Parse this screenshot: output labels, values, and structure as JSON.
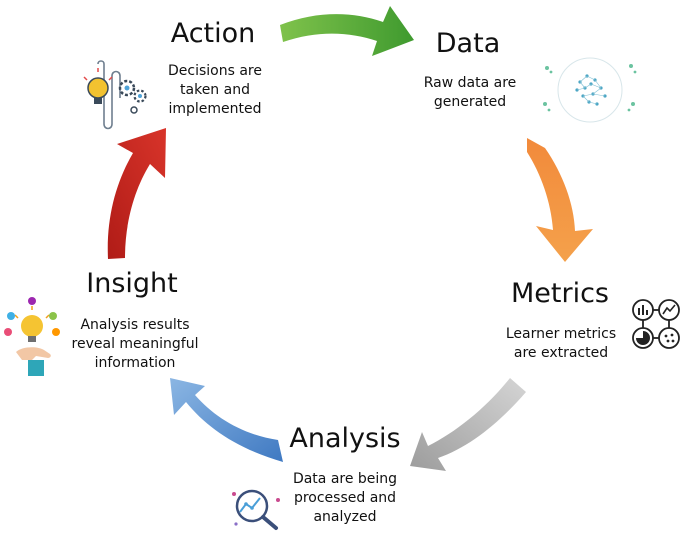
{
  "stages": [
    {
      "key": "action",
      "title": "Action",
      "desc": [
        "Decisions are",
        "taken and",
        "implemented"
      ],
      "icon": "lightbulb-gears-icon",
      "arrow_color": "#5aab38"
    },
    {
      "key": "data",
      "title": "Data",
      "desc": [
        "Raw data are",
        "generated"
      ],
      "icon": "network-cluster-icon",
      "arrow_color": "#f07f2a"
    },
    {
      "key": "metrics",
      "title": "Metrics",
      "desc": [
        "Learner metrics",
        "are extracted"
      ],
      "icon": "metrics-dashboard-icon",
      "arrow_color": "#9e9e9e"
    },
    {
      "key": "analysis",
      "title": "Analysis",
      "desc": [
        "Data are being",
        "processed and",
        "analyzed"
      ],
      "icon": "magnifier-chart-icon",
      "arrow_color": "#5b93cf"
    },
    {
      "key": "insight",
      "title": "Insight",
      "desc": [
        "Analysis results",
        "reveal meaningful",
        "information"
      ],
      "icon": "hand-lightbulb-icon",
      "arrow_color": "#c0221b"
    }
  ]
}
